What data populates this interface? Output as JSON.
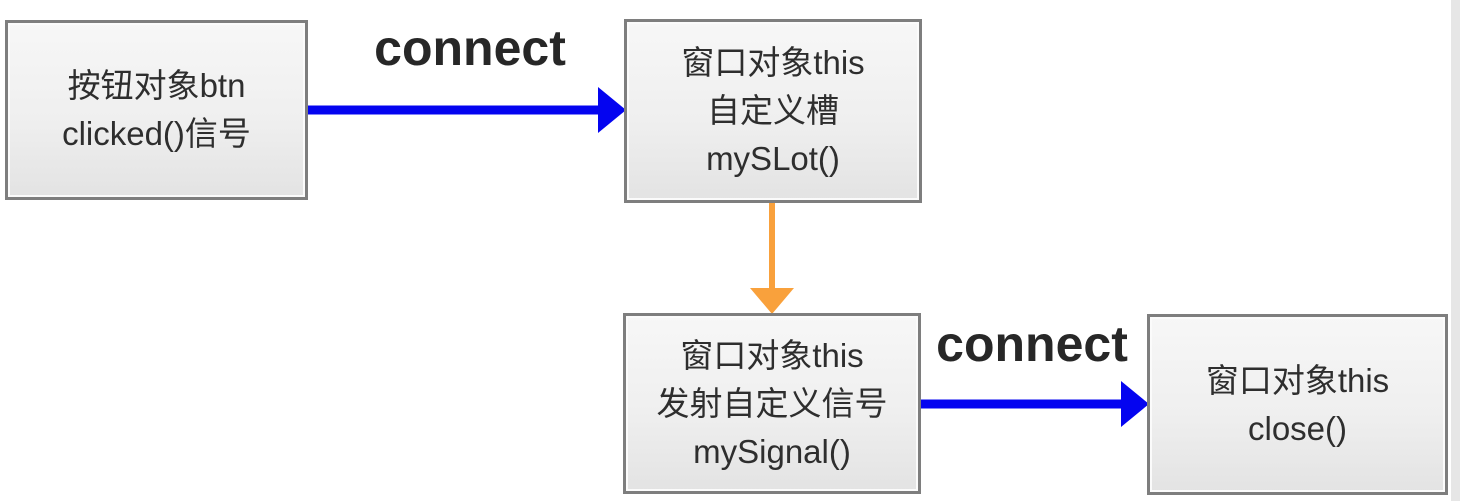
{
  "diagram": {
    "type": "flowchart",
    "colors": {
      "connect_arrow_blue": "#0404f0",
      "emit_arrow_orange": "#f9a13c",
      "box_border_gray": "#7e7e7e",
      "box_fill_light": "#efefef",
      "text_dark": "#2e2e2e"
    },
    "boxes": [
      {
        "id": "btn-clicked-signal",
        "lines": [
          "按钮对象btn",
          "clicked()信号"
        ]
      },
      {
        "id": "this-custom-slot",
        "lines": [
          "窗口对象this",
          "自定义槽",
          "mySLot()"
        ]
      },
      {
        "id": "this-emit-signal",
        "lines": [
          "窗口对象this",
          "发射自定义信号",
          "mySignal()"
        ]
      },
      {
        "id": "this-close",
        "lines": [
          "窗口对象this",
          "close()"
        ]
      }
    ],
    "edges": [
      {
        "label": "connect",
        "color": "#0404f0",
        "from": "btn-clicked-signal",
        "to": "this-custom-slot",
        "direction": "right"
      },
      {
        "label": "",
        "color": "#f9a13c",
        "from": "this-custom-slot",
        "to": "this-emit-signal",
        "direction": "down"
      },
      {
        "label": "connect",
        "color": "#0404f0",
        "from": "this-emit-signal",
        "to": "this-close",
        "direction": "right"
      }
    ]
  }
}
